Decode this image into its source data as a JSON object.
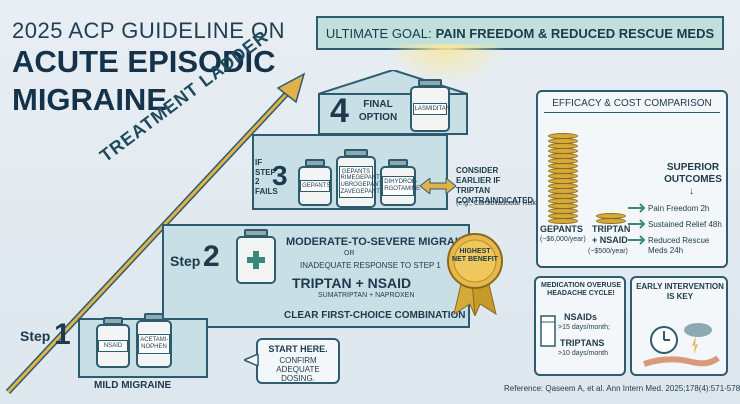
{
  "title": {
    "line1": "2025 ACP GUIDELINE ON",
    "line2": "ACUTE EPISODIC",
    "line3": "MIGRAINE"
  },
  "goal": {
    "prefix": "ULTIMATE GOAL:",
    "emphasis": "PAIN FREEDOM & REDUCED RESCUE MEDS"
  },
  "ladder_label": "TREATMENT LADDER",
  "step4": {
    "number": "4",
    "label": "FINAL OPTION",
    "bottle": "LASMIDITAN"
  },
  "step3": {
    "prefix": "IF STEP 2 FAILS",
    "number": "3",
    "bottles": [
      "GEPANTS",
      "GEPANTS RIMEGEPANT UBROGEPANT ZAVEGEPANT",
      "DIHYDROE-RGOTAMINE"
    ],
    "side_note": "CONSIDER EARLIER IF TRIPTAN CONTRAINDICATED",
    "side_sub": "(e.g., Cardiovascular Risk)"
  },
  "step2": {
    "label": "Step",
    "number": "2",
    "line1": "MODERATE-TO-SEVERE MIGRAINE",
    "or": "OR",
    "line2": "INADEQUATE RESPONSE TO STEP 1",
    "drug": "TRIPTAN + NSAID",
    "example": "SUMATRIPTAN + NAPROXEN",
    "footer": "CLEAR FIRST-CHOICE COMBINATION",
    "badge": "HIGHEST NET BENEFIT"
  },
  "step1": {
    "label": "Step",
    "number": "1",
    "bottles": [
      "NSAID",
      "ACETAMI-NOPHEN"
    ],
    "caption": "MILD MIGRAINE",
    "bubble_title": "START HERE.",
    "bubble_text": "CONFIRM ADEQUATE DOSING."
  },
  "efficacy": {
    "title": "EFFICACY & COST COMPARISON",
    "gepants_label": "GEPANTS",
    "gepants_cost": "(~$6,000/year)",
    "triptan_label": "TRIPTAN + NSAID",
    "triptan_cost": "(~$500/year)",
    "outcomes_title": "SUPERIOR OUTCOMES",
    "outcomes": [
      "Pain Freedom 2h",
      "Sustained Relief 48h",
      "Reduced Rescue Meds 24h"
    ],
    "chart_data": {
      "type": "bar",
      "categories": [
        "GEPANTS",
        "TRIPTAN + NSAID"
      ],
      "values": [
        6000,
        500
      ],
      "ylabel": "$/year"
    }
  },
  "overuse": {
    "title": "MEDICATION OVERUSE HEADACHE CYCLE!",
    "nsaids": "NSAIDs",
    "nsaids_limit": ">15 days/month;",
    "triptans": "TRIPTANS",
    "triptans_limit": ">10 days/month"
  },
  "early": {
    "title": "EARLY INTERVENTION IS KEY"
  },
  "reference": "Reference: Qaseem A, et al. Ann Intern Med. 2025;178(4):571-578.",
  "colors": {
    "accent": "#2d5c6e",
    "step": "#c9dfe6",
    "goal": "#bfe0dc",
    "gold": "#d6a93b",
    "arrow": "#c99a2e"
  }
}
